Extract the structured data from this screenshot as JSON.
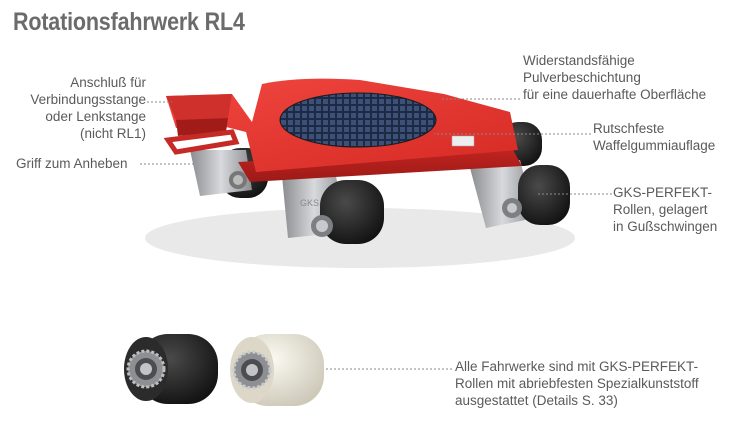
{
  "title": "Rotationsfahrwerk RL4",
  "callouts": {
    "coupling": [
      "Anschluß für",
      "Verbindungsstange",
      "oder Lenkstange",
      "(nicht RL1)"
    ],
    "handle": [
      "Griff zum Anheben"
    ],
    "coating": [
      "Widerstandsfähige",
      "Pulverbeschichtung",
      "für eine dauerhafte Oberfläche"
    ],
    "rubber": [
      "Rutschfeste",
      "Waffelgummiauflage"
    ],
    "rollers": [
      "GKS-PERFEKT-",
      "Rollen, gelagert",
      "in Gußschwingen"
    ],
    "roller_note": [
      "Alle Fahrwerke sind mit GKS-PERFEKT-",
      "Rollen mit abriebfesten Spezialkunststoff",
      "ausgestattet (Details S. 33)"
    ]
  },
  "colors": {
    "frame_red": "#e0312c",
    "title_gray": "#6b6b6b",
    "text_gray": "#5a5a5a",
    "roller_black": "#222222",
    "roller_white": "#ece8dc"
  }
}
